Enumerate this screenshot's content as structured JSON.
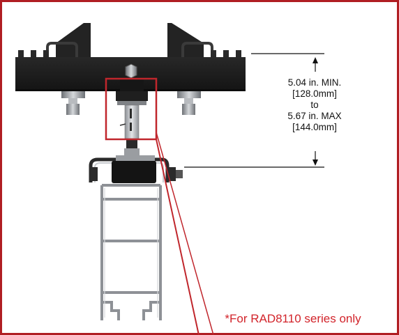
{
  "dimension": {
    "min_in": "5.04 in. MIN.",
    "min_mm": "[128.0mm]",
    "to": "to",
    "max_in": "5.67 in. MAX",
    "max_mm": "[144.0mm]"
  },
  "note": "*For RAD8110 series only",
  "colors": {
    "frame": "#b01e23",
    "highlight": "#c0262c",
    "note": "#d2232a",
    "bracket": "#1d1d1d",
    "rail_outline": "#8e9196",
    "dim_line": "#111111"
  }
}
